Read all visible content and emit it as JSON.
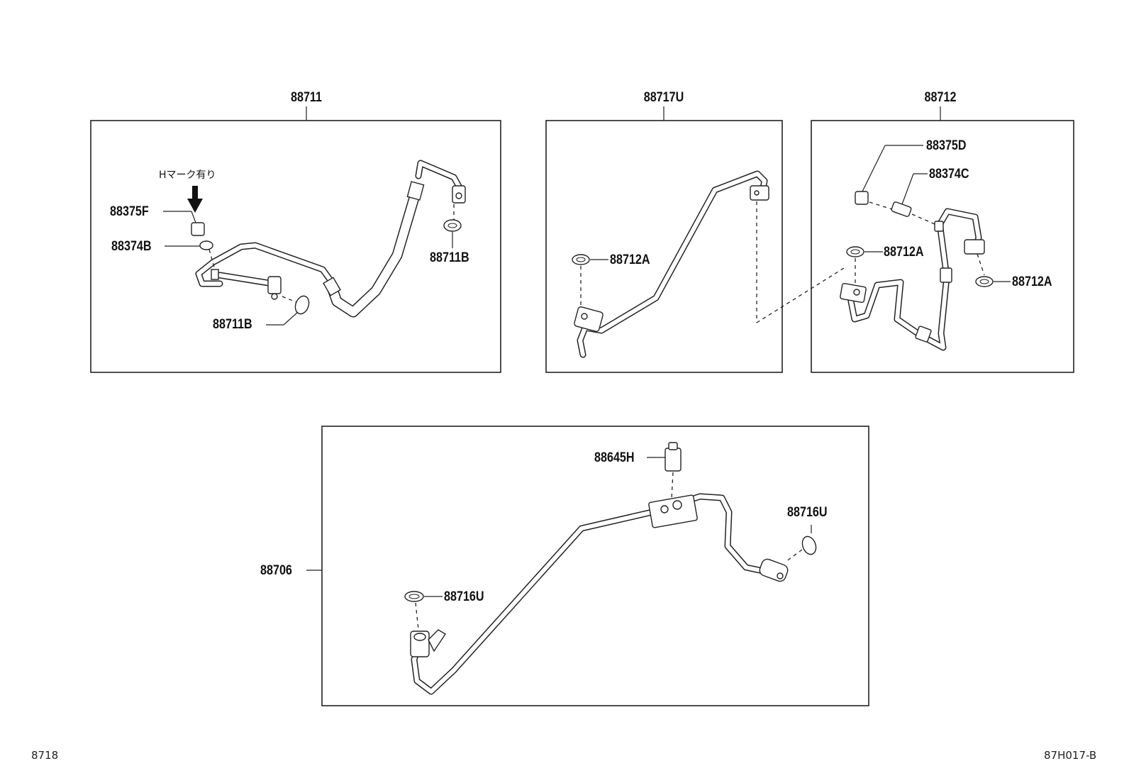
{
  "groups": [
    {
      "id": "g1",
      "label": "88711"
    },
    {
      "id": "g2",
      "label": "88717U"
    },
    {
      "id": "g3",
      "label": "88712"
    },
    {
      "id": "g4",
      "label": "88706"
    }
  ],
  "callouts": {
    "g1": [
      "88375F",
      "88374B",
      "88711B",
      "88711B"
    ],
    "g2": [
      "88712A"
    ],
    "g3": [
      "88375D",
      "88374C",
      "88712A",
      "88712A"
    ],
    "g4": [
      "88645H",
      "88716U",
      "88716U"
    ]
  },
  "note": "Hマーク有り",
  "footer": {
    "left": "8718",
    "right": "87H017-B"
  }
}
